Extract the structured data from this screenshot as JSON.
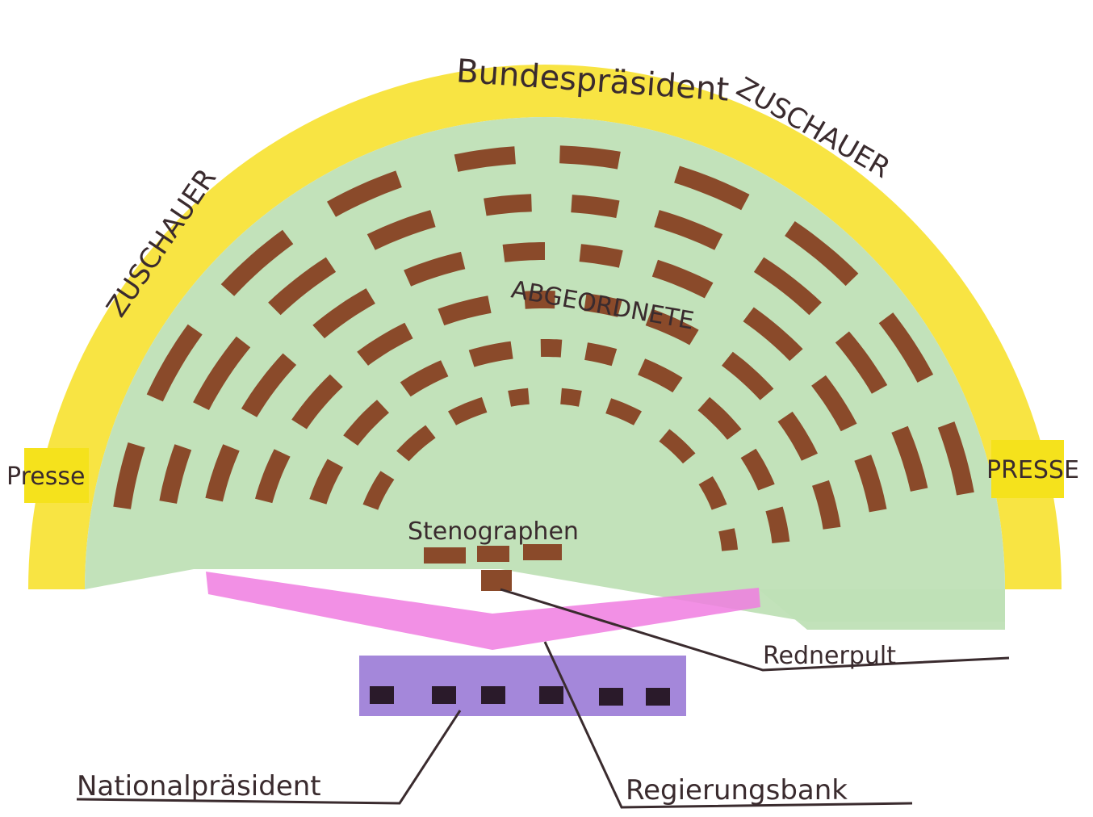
{
  "labels": {
    "bundespraesident": "Bundespräsident",
    "zuschauer_right": "ZUSCHAUER",
    "zuschauer_left": "ZUSCHAUER",
    "abgeordnete": "ABGEORDNETE",
    "presse_left": "Presse",
    "presse_right": "PRESSE",
    "stenographen": "Stenographen",
    "rednerpult": "Rednerpult",
    "nationalpraesident": "Nationalpräsident",
    "regierungsbank": "Regierungsbank"
  },
  "colors": {
    "spectator_ring": "#f7e233",
    "press_box": "#f5e21c",
    "floor": "#bfe0b6",
    "seats": "#8a4a2a",
    "stenographer_desk": "#8a4a2a",
    "government_bench": "#f07ce0",
    "president_desk": "#9a7ad6",
    "president_seats": "#2a1a2a",
    "pointer_lines": "#3a2b2e"
  }
}
